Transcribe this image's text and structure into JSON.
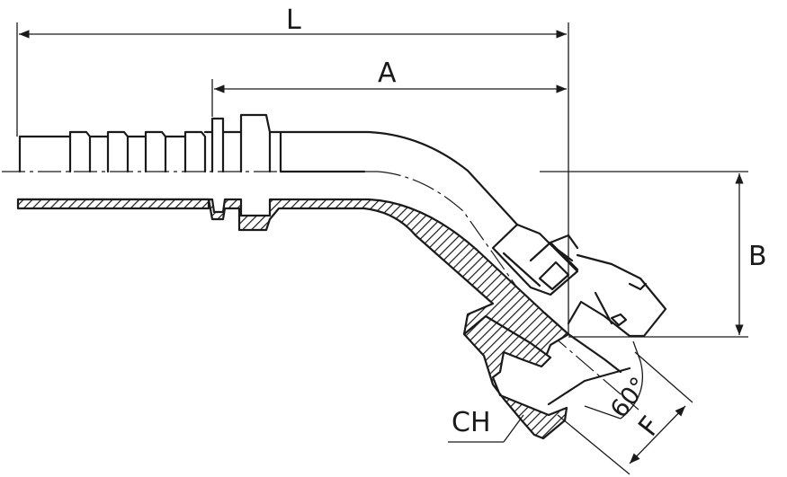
{
  "labels": {
    "L": "L",
    "A": "A",
    "B": "B",
    "CH": "CH",
    "F": "F",
    "angle": "60°"
  }
}
